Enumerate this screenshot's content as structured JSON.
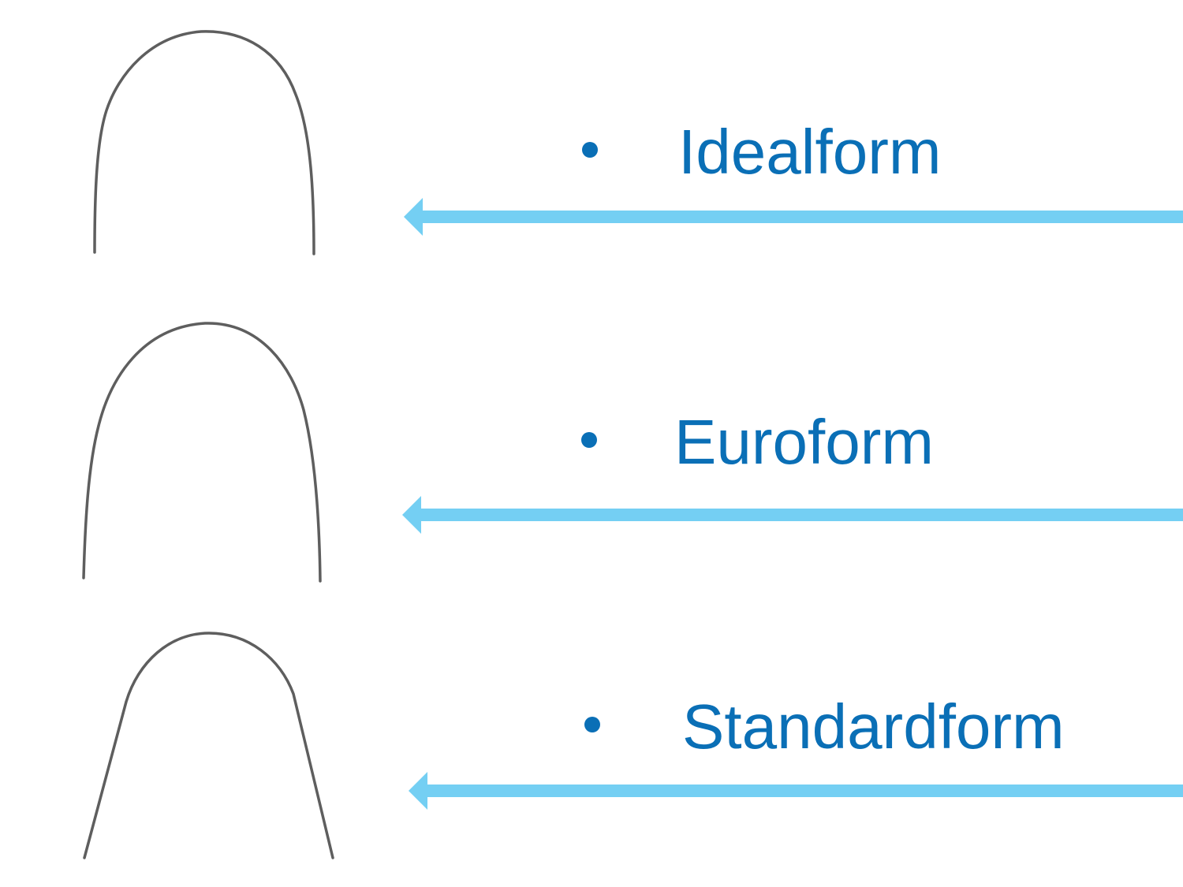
{
  "forms": [
    {
      "label": "Idealform",
      "bullet": "•"
    },
    {
      "label": "Euroform",
      "bullet": "•"
    },
    {
      "label": "Standardform",
      "bullet": "•"
    }
  ],
  "colors": {
    "label": "#0a6fb6",
    "arrow": "#74cff3",
    "wire": "#5e5e5e"
  }
}
